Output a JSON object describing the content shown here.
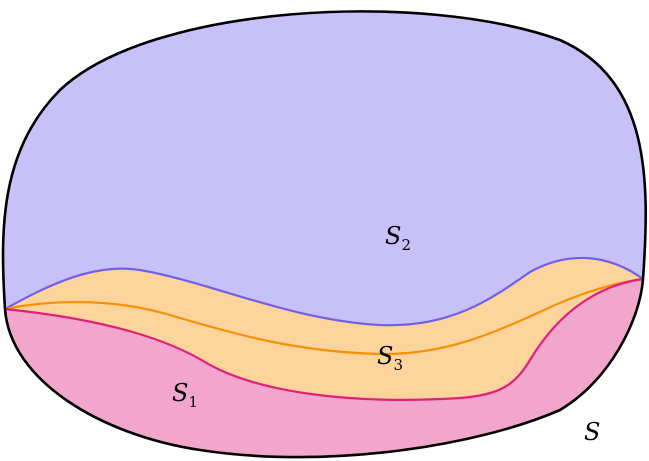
{
  "diagram": {
    "regions": [
      {
        "id": "S1",
        "symbol": "S",
        "subscript": "1",
        "fill": "#F2A6CC",
        "edge": "#E0207A"
      },
      {
        "id": "S2",
        "symbol": "S",
        "subscript": "2",
        "fill": "#C8C0F8",
        "edge": "#7060E8"
      },
      {
        "id": "S3",
        "symbol": "S",
        "subscript": "3",
        "fill": "#FDD49C",
        "edge": "#F5920A"
      }
    ],
    "outer": {
      "id": "S",
      "symbol": "S",
      "edge": "#000000"
    }
  }
}
